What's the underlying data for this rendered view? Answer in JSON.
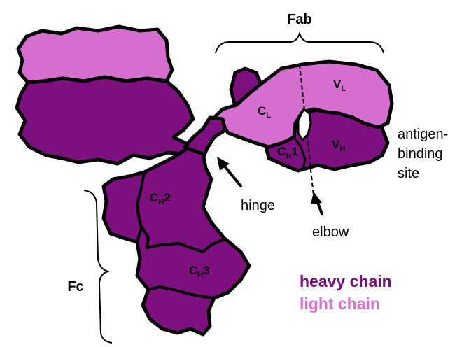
{
  "colors": {
    "heavy": "#7e0f7e",
    "light": "#d66ed0",
    "heavy_legend": "#7a0a7a",
    "light_legend": "#d870d2"
  },
  "labels": {
    "fab": "Fab",
    "fc": "Fc",
    "hinge": "hinge",
    "elbow": "elbow",
    "antigen_line1": "antigen-",
    "antigen_line2": "binding",
    "antigen_line3": "site"
  },
  "domains": {
    "cl": {
      "base": "C",
      "sub": "L"
    },
    "vl": {
      "base": "V",
      "sub": "L"
    },
    "ch1": {
      "base": "C",
      "sub": "H",
      "suffix": "1"
    },
    "vh": {
      "base": "V",
      "sub": "H"
    },
    "ch2": {
      "base": "C",
      "sub": "H",
      "suffix": "2"
    },
    "ch3": {
      "base": "C",
      "sub": "H",
      "suffix": "3"
    }
  },
  "legend": {
    "heavy": "heavy chain",
    "light": "light chain"
  }
}
